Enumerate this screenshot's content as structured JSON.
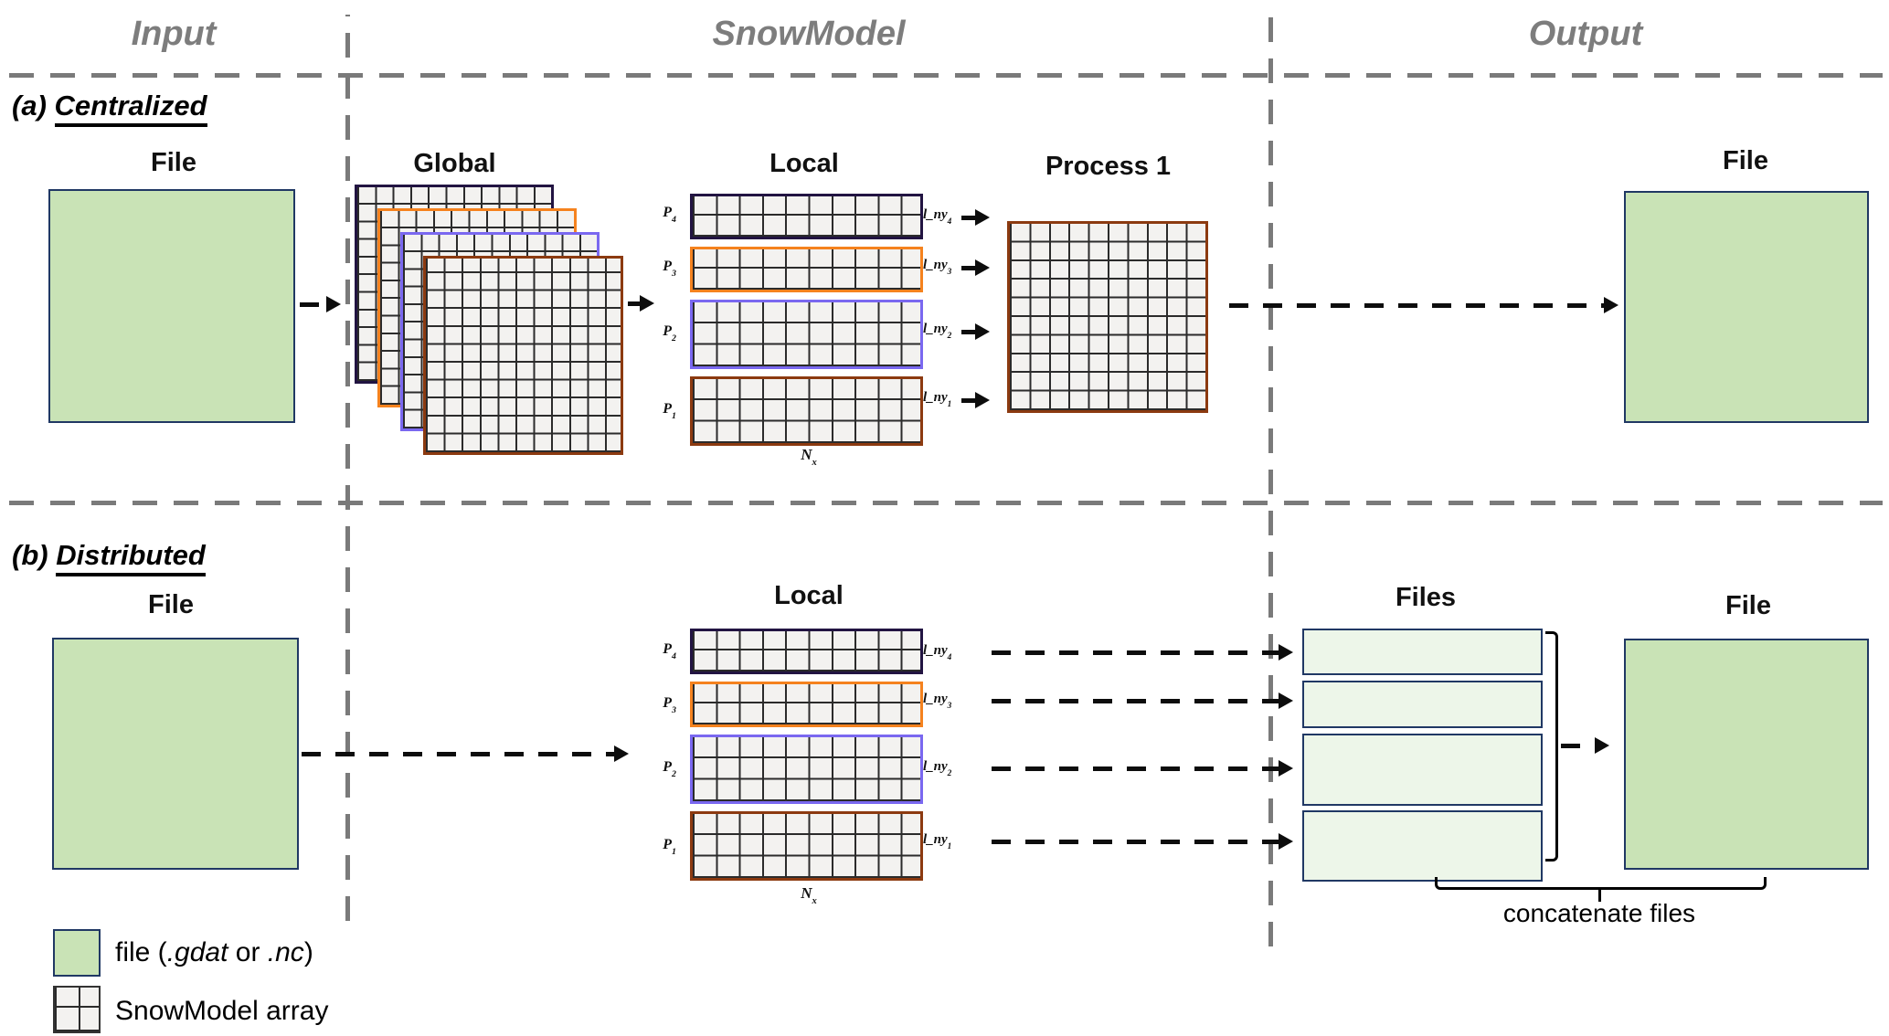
{
  "headers": {
    "input": "Input",
    "snowmodel": "SnowModel",
    "output": "Output"
  },
  "section_a": {
    "tag": "(a)",
    "title": "Centralized",
    "input_file": "File",
    "global": "Global",
    "local": "Local",
    "process": "Process 1",
    "output_file": "File"
  },
  "section_b": {
    "tag": "(b)",
    "title": "Distributed",
    "input_file": "File",
    "local": "Local",
    "files": "Files",
    "output_file": "File",
    "concatenate": "concatenate files"
  },
  "strips": [
    {
      "p_base": "P",
      "p_sub": "4",
      "len_base": "l_ny",
      "len_sub": "4"
    },
    {
      "p_base": "P",
      "p_sub": "3",
      "len_base": "l_ny",
      "len_sub": "3"
    },
    {
      "p_base": "P",
      "p_sub": "2",
      "len_base": "l_ny",
      "len_sub": "2"
    },
    {
      "p_base": "P",
      "p_sub": "1",
      "len_base": "l_ny",
      "len_sub": "1"
    }
  ],
  "axis_label": {
    "base": "N",
    "sub": "x"
  },
  "legend": {
    "file": {
      "p0": "file (",
      "p1": ".gdat",
      "p2": " or ",
      "p3": ".nc",
      "p4": ")"
    },
    "array": "SnowModel array"
  },
  "colors": {
    "file_fill": "#C9E3B6",
    "file_border": "#203864",
    "files_fill": "#EDF6E9",
    "grid_fill": "#F3F2F0",
    "grid_line": "#2B2B2B",
    "process4": "#221442",
    "process3": "#F5821E",
    "process3_label": "#C25311",
    "process2": "#7A68F0",
    "process1": "#8C3A10",
    "separator_gray": "#7A7A7A",
    "header_gray": "#7D7D7D",
    "arrow_black": "#0D0D0D"
  }
}
